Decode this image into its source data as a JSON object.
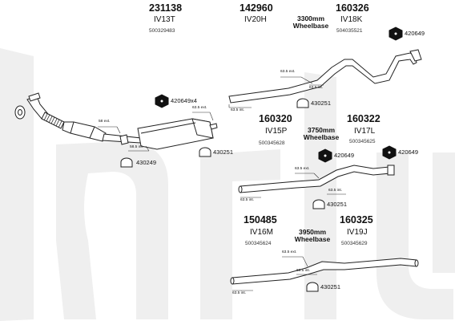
{
  "watermark": {
    "text": "larlu",
    "color": "#efefef"
  },
  "colors": {
    "line": "#222222",
    "pipe_fill": "#ffffff",
    "part_fill": "#dddddd",
    "clamp_fill": "#111111"
  },
  "groups": [
    {
      "code": "231138",
      "model": "IV13T",
      "oe": "500329483"
    },
    {
      "code": "142960",
      "model": "IV20H"
    },
    {
      "code": "160326",
      "model": "IV18K",
      "oe": "504035521"
    },
    {
      "code": "160320",
      "model": "IV15P",
      "oe": "500345628"
    },
    {
      "code": "160322",
      "model": "IV17L",
      "oe": "500345625"
    },
    {
      "code": "150485",
      "model": "IV16M",
      "oe": "500345624"
    },
    {
      "code": "160325",
      "model": "IV19J",
      "oe": "500345629"
    }
  ],
  "wheelbases": [
    {
      "value": "3300mm",
      "label": "Wheelbase"
    },
    {
      "value": "3750mm",
      "label": "Wheelbase"
    },
    {
      "value": "3950mm",
      "label": "Wheelbase"
    }
  ],
  "dims": {
    "ext_635": "63.5 ext.",
    "int_635": "63.5 int.",
    "ext_58": "58 ext.",
    "int_585": "58.5 int."
  },
  "parts": {
    "mount_420649": "420649",
    "mount_420649x4": "420649x4",
    "clamp_430251": "430251",
    "clamp_430249": "430249"
  }
}
